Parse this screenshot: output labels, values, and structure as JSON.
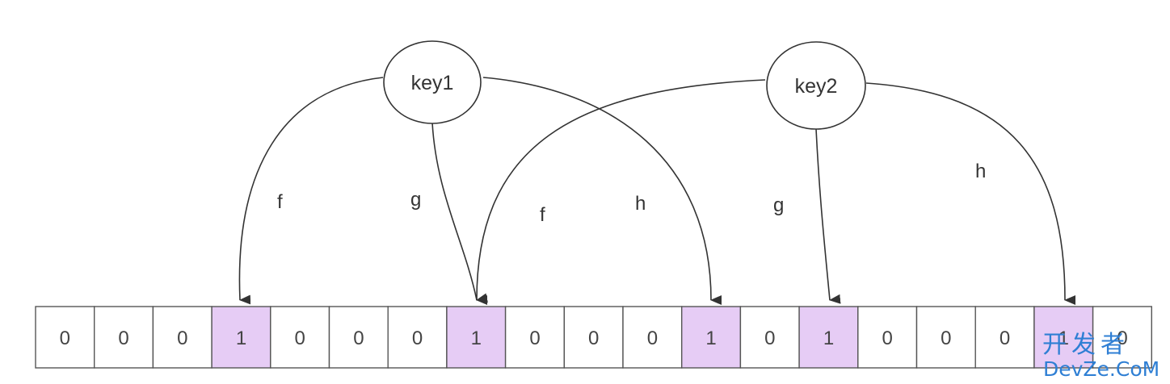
{
  "colors": {
    "highlight": "#e6ccf5",
    "line": "#333333",
    "cell_border": "#555555",
    "watermark": "#2f7fd4"
  },
  "nodes": {
    "key1": "key1",
    "key2": "key2"
  },
  "edges": {
    "key1_f": "f",
    "key1_g": "g",
    "key1_h": "h",
    "key2_f": "f",
    "key2_g": "g",
    "key2_h": "h"
  },
  "bit_array": [
    "0",
    "0",
    "0",
    "1",
    "0",
    "0",
    "0",
    "1",
    "0",
    "0",
    "0",
    "1",
    "0",
    "1",
    "0",
    "0",
    "0",
    "1",
    "0"
  ],
  "highlighted_indices": [
    3,
    7,
    11,
    13,
    17
  ],
  "watermark": {
    "line1": "开发者",
    "line2": "DevZe.CoM"
  }
}
